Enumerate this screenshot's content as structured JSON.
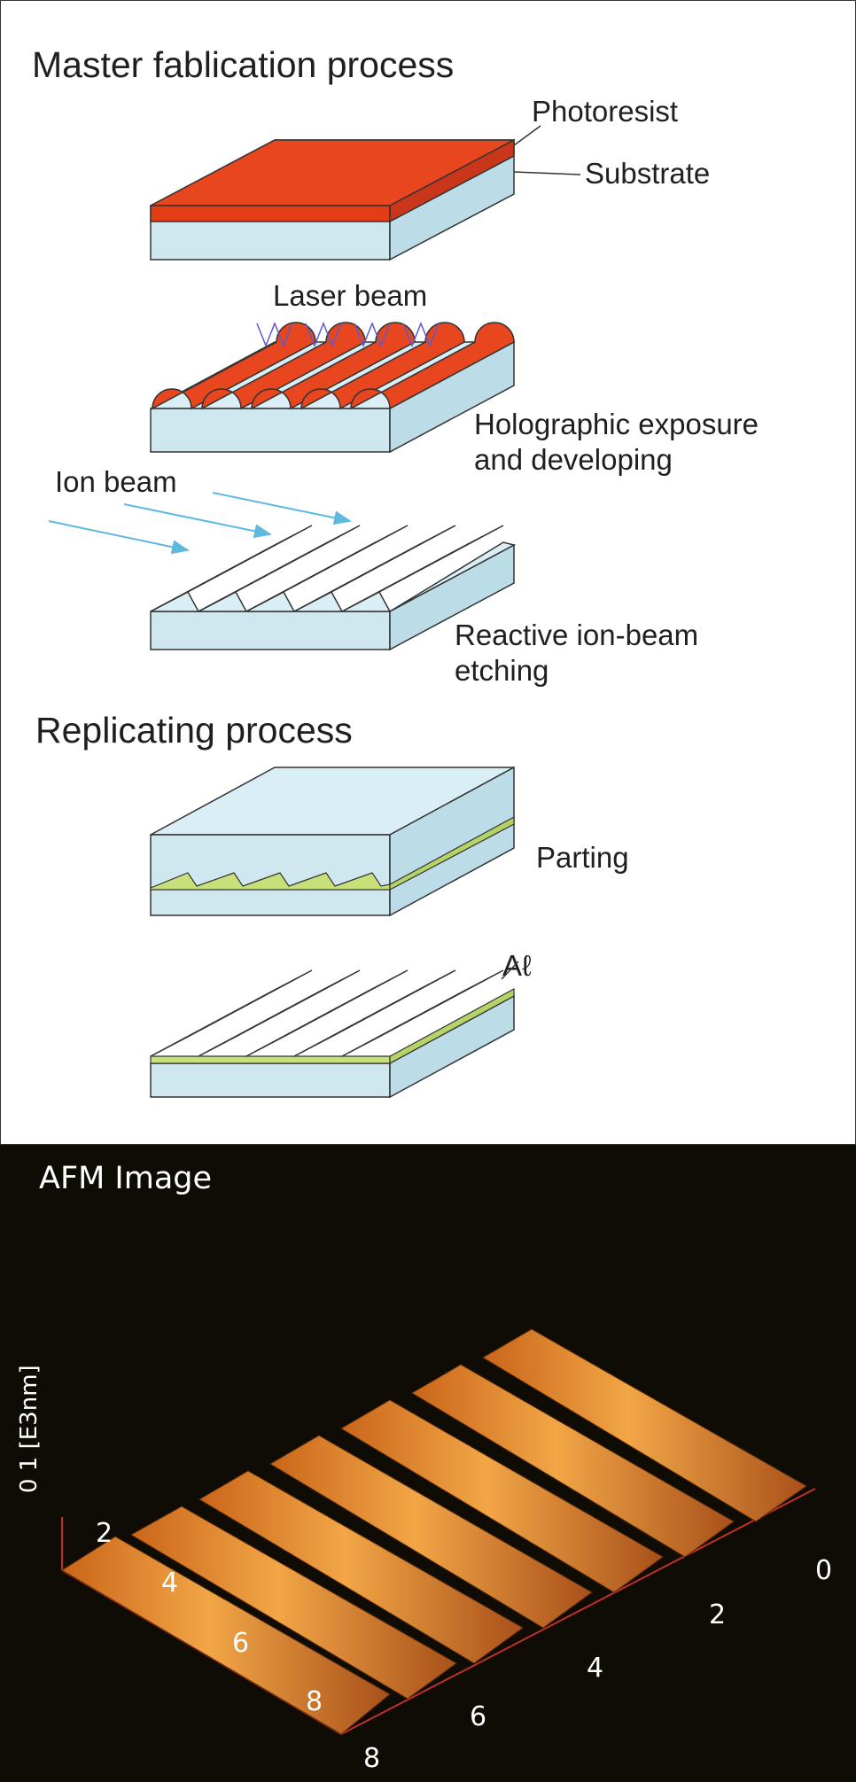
{
  "master": {
    "title": "Master fablication process",
    "photoresist": "Photoresist",
    "substrate": "Substrate",
    "laser_beam": "Laser beam",
    "holographic": [
      "Holographic exposure",
      "and developing"
    ],
    "ion_beam": "Ion beam",
    "reactive": [
      "Reactive ion-beam",
      "etching"
    ]
  },
  "replicating": {
    "title": "Replicating process",
    "parting": "Parting",
    "al": "Aℓ"
  },
  "afm": {
    "title": "AFM Image",
    "z_label": "0  1 [E3nm]",
    "left_ticks": [
      "2",
      "4",
      "6",
      "8"
    ],
    "right_ticks": [
      "0",
      "2",
      "4",
      "6",
      "8"
    ]
  },
  "colors": {
    "photoresist": "#e8461e",
    "substrate": "#cfe8f0",
    "substrate_top": "#d9eef5",
    "resin": "#c8e07a",
    "aluminum": "#7f7f82",
    "ion_beam_arrow": "#5fb8e0",
    "afm_background": "#0f0c06",
    "afm_ridge": "#e8a040"
  }
}
